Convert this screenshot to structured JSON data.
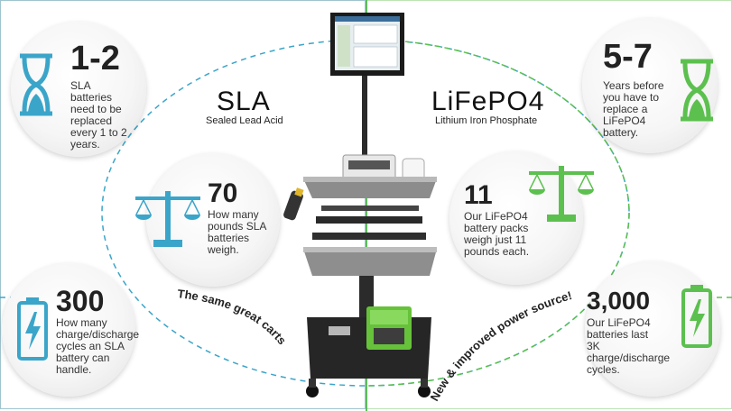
{
  "colors": {
    "sla_accent": "#3ba5c9",
    "lifepo4_accent": "#5cc04f",
    "text": "#222222"
  },
  "left": {
    "title": "SLA",
    "subtitle": "Sealed Lead Acid",
    "stats": [
      {
        "number": "1-2",
        "text": "SLA batteries need to be replaced every 1 to 2 years.",
        "icon": "hourglass-icon"
      },
      {
        "number": "70",
        "text": "How many pounds SLA batteries weigh.",
        "icon": "scale-icon"
      },
      {
        "number": "300",
        "text": "How many charge/discharge cycles an SLA battery can handle.",
        "icon": "battery-icon"
      }
    ],
    "arc_text": "The same great carts"
  },
  "right": {
    "title": "LiFePO4",
    "subtitle": "Lithium Iron Phosphate",
    "stats": [
      {
        "number": "5-7",
        "text": "Years before you have to replace a LiFePO4 battery.",
        "icon": "hourglass-icon"
      },
      {
        "number": "11",
        "text": "Our LiFePO4 battery packs weigh just 11 pounds each.",
        "icon": "scale-icon"
      },
      {
        "number": "3,000",
        "text": "Our LiFePO4 batteries last 3K charge/discharge cycles.",
        "icon": "battery-icon"
      }
    ],
    "arc_text": "New & improved power source!"
  }
}
